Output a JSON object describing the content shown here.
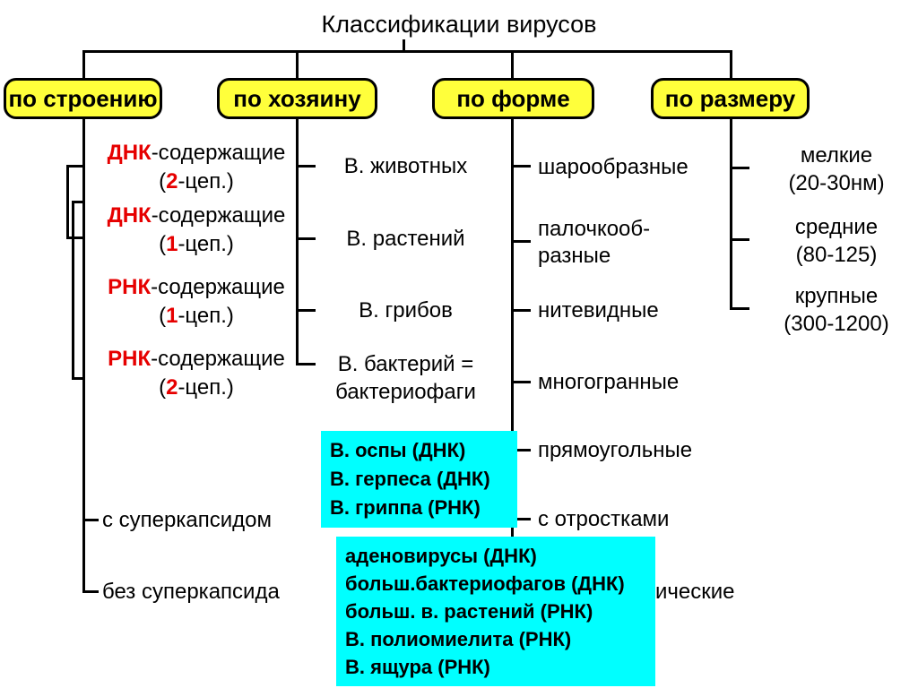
{
  "title": "Классификации вирусов",
  "colors": {
    "category_fill": "#ffff3b",
    "examples_fill": "#00ffff",
    "accent_red": "#e60000"
  },
  "headers": {
    "structure": "по строению",
    "host": "по хозяину",
    "shape": "по форме",
    "size": "по размеру"
  },
  "structure": {
    "genome_items": [
      {
        "abbr": "ДНК",
        "rest": "-содержащие",
        "pre": "(",
        "num": "2",
        "post": "-цеп.)"
      },
      {
        "abbr": "ДНК",
        "rest": "-содержащие",
        "pre": "(",
        "num": "1",
        "post": "-цеп.)"
      },
      {
        "abbr": "РНК",
        "rest": "-содержащие",
        "pre": "(",
        "num": "1",
        "post": "-цеп.)"
      },
      {
        "abbr": "РНК",
        "rest": "-содержащие",
        "pre": "(",
        "num": "2",
        "post": "-цеп.)"
      }
    ],
    "with_supercapsid": "с суперкапсидом",
    "without_supercapsid": "без суперкапсида"
  },
  "host": {
    "animals": "В. животных",
    "plants": "В. растений",
    "fungi": "В. грибов",
    "bacteria_line1": "В. бактерий =",
    "bacteria_line2": "бактериофаги"
  },
  "shape": {
    "spherical": "шарообразные",
    "rod_line1": "палочкооб-",
    "rod_line2": "разные",
    "filamentous": "нитевидные",
    "polyhedral": "многогранные",
    "rectangular": "прямоугольные",
    "with_tails": "с отростками",
    "partial": "ические"
  },
  "size": {
    "items": [
      {
        "name": "мелкие",
        "range": "(20-30нм)"
      },
      {
        "name": "средние",
        "range": "(80-125)"
      },
      {
        "name": "крупные",
        "range": "(300-1200)"
      }
    ]
  },
  "examples_sphere": {
    "lines": [
      "В. оспы (ДНК)",
      "В. герпеса (ДНК)",
      "В. гриппа (РНК)"
    ]
  },
  "examples_polyhedral": {
    "lines": [
      "аденовирусы (ДНК)",
      "больш.бактериофагов (ДНК)",
      "больш. в. растений (РНК)",
      "В. полиомиелита (РНК)",
      "В. ящура (РНК)"
    ]
  }
}
